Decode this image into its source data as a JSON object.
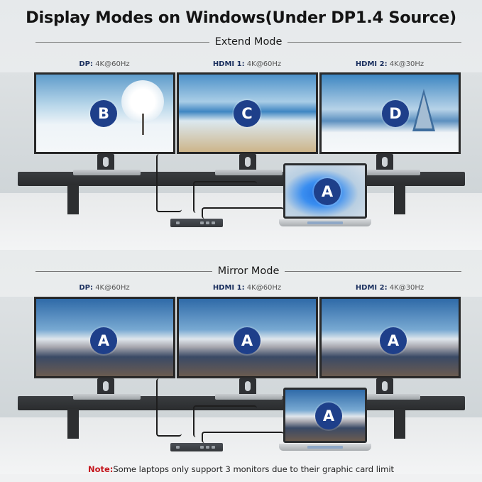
{
  "title": "Display Modes on Windows(Under DP1.4 Source)",
  "sections": [
    {
      "heading": "Extend Mode",
      "ports": [
        {
          "name": "DP:",
          "spec": " 4K@60Hz"
        },
        {
          "name": "HDMI 1:",
          "spec": " 4K@60Hz"
        },
        {
          "name": "HDMI 2:",
          "spec": " 4K@30Hz"
        }
      ],
      "monitors": [
        {
          "badge": "B",
          "scene": "snowy tree"
        },
        {
          "badge": "C",
          "scene": "lake and pampas grass"
        },
        {
          "badge": "D",
          "scene": "snowy pine hillside"
        }
      ],
      "laptop": {
        "badge": "A",
        "scene": "windows 11 bloom"
      }
    },
    {
      "heading": "Mirror Mode",
      "ports": [
        {
          "name": "DP:",
          "spec": " 4K@60Hz"
        },
        {
          "name": "HDMI 1:",
          "spec": " 4K@60Hz"
        },
        {
          "name": "HDMI 2:",
          "spec": " 4K@30Hz"
        }
      ],
      "monitors": [
        {
          "badge": "A",
          "scene": "snow mountains"
        },
        {
          "badge": "A",
          "scene": "snow mountains"
        },
        {
          "badge": "A",
          "scene": "snow mountains"
        }
      ],
      "laptop": {
        "badge": "A",
        "scene": "snow mountains"
      }
    }
  ],
  "note": {
    "label": "Note:",
    "text": "Some laptops only support 3 monitors due to their graphic card limit"
  },
  "colors": {
    "badge": "#1e3f8a",
    "port_name": "#1a2f5e",
    "note_label": "#c4151c"
  }
}
